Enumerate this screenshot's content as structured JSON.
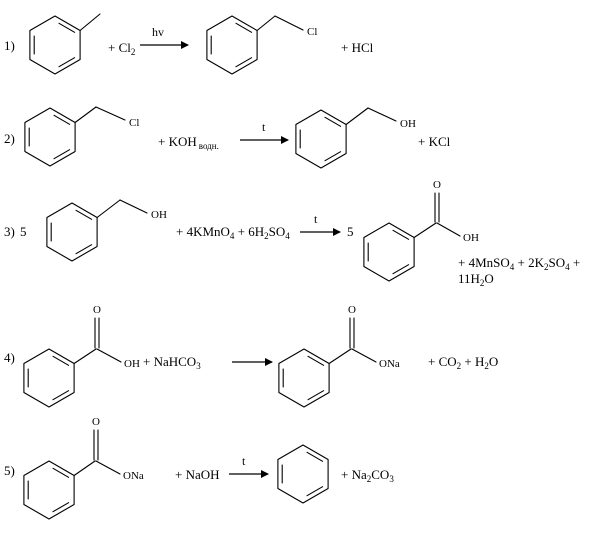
{
  "reactions": [
    {
      "number": "1)",
      "reagent": "+ Cl",
      "reagent_sub": "2",
      "condition": "hv",
      "product_label": "Cl",
      "byproduct": "+ HCl"
    },
    {
      "number": "2)",
      "reactant_label": "Cl",
      "reagent": "+ KOH",
      "reagent_sub": "водн.",
      "condition": "t",
      "product_label": "OH",
      "byproduct": "+ KCl"
    },
    {
      "number": "3)",
      "coefficient": "5",
      "reactant_label": "OH",
      "reagents": [
        {
          "text": "+ 4KMnO",
          "sub": "4"
        },
        {
          "text": " + 6H",
          "sub": "2"
        },
        {
          "text": "SO",
          "sub": "4"
        }
      ],
      "condition": "t",
      "product_coefficient": "5",
      "product_label": "OH",
      "product_o_label": "O",
      "byproducts_line1": [
        {
          "text": "+ 4MnSO",
          "sub": "4"
        },
        {
          "text": " + 2K",
          "sub": "2"
        },
        {
          "text": "SO",
          "sub": "4"
        },
        {
          "text": " +",
          "sub": ""
        }
      ],
      "byproducts_line2": [
        {
          "text": "11H",
          "sub": "2"
        },
        {
          "text": "O",
          "sub": ""
        }
      ]
    },
    {
      "number": "4)",
      "reactant_label": "OH",
      "reactant_o_label": "O",
      "reagent": "+ NaHCO",
      "reagent_sub": "3",
      "product_label": "ONa",
      "product_o_label": "O",
      "byproducts": [
        {
          "text": "+ CO",
          "sub": "2"
        },
        {
          "text": " + H",
          "sub": "2"
        },
        {
          "text": "O",
          "sub": ""
        }
      ]
    },
    {
      "number": "5)",
      "reactant_label": "ONa",
      "reactant_o_label": "O",
      "reagent": "+ NaOH",
      "condition": "t",
      "byproduct": "+ Na",
      "byproduct_sub": "2",
      "byproduct_tail": "CO",
      "byproduct_tail_sub": "3"
    }
  ]
}
